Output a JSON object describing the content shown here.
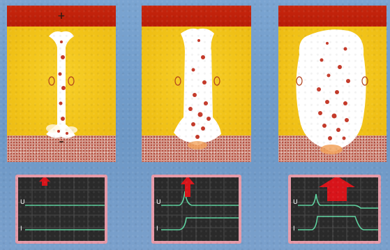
{
  "panels": [
    {
      "plus_sign": "+",
      "minus_sign": "–"
    },
    {
      "plus_sign": "",
      "minus_sign": ""
    },
    {
      "plus_sign": "",
      "minus_sign": ""
    }
  ],
  "scopes": [
    {
      "u_label": "U",
      "i_label": "I"
    },
    {
      "u_label": "U",
      "i_label": "I"
    },
    {
      "u_label": "U",
      "i_label": "I"
    }
  ],
  "colors": {
    "background": "#6f9ac8",
    "electrode_top": "#c8260d",
    "glass": "#f2c419",
    "electrode_bottom": "#d59a8d",
    "plasma": "#ffffff",
    "particles": "#c43a2a",
    "scope_screen": "#2a2a2a",
    "scope_frame": "#e69aa8",
    "trace": "#5fd3a0",
    "arrow": "#d8141a"
  },
  "icons": [
    "arrow-up-icon",
    "breakdown-channel",
    "oscilloscope-screen"
  ]
}
